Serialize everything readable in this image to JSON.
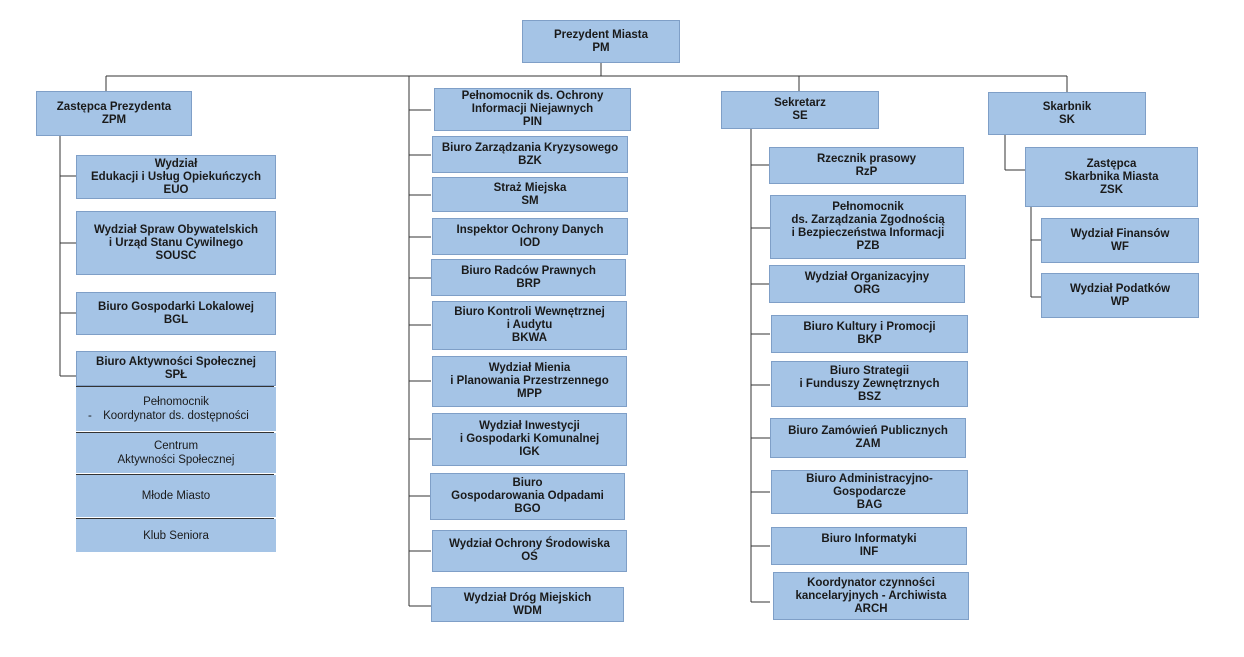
{
  "root": {
    "lines": [
      "Prezydent Miasta",
      "PM"
    ]
  },
  "col1": {
    "head": {
      "lines": [
        "Zastępca Prezydenta",
        "ZPM"
      ]
    },
    "items": [
      {
        "lines": [
          "Wydział",
          "Edukacji i Usług Opiekuńczych",
          "EUO"
        ]
      },
      {
        "lines": [
          "Wydział Spraw Obywatelskich",
          "i Urząd Stanu Cywilnego",
          "SOUSC"
        ]
      },
      {
        "lines": [
          "Biuro Gospodarki Lokalowej",
          "BGL"
        ]
      },
      {
        "lines": [
          "Biuro Aktywności Społecznej",
          "SPŁ"
        ]
      }
    ],
    "subunits": [
      {
        "lines": [
          "Pełnomocnik",
          "Koordynator ds. dostępności"
        ]
      },
      {
        "lines": [
          "Centrum",
          "Aktywności Społecznej"
        ]
      },
      {
        "lines": [
          "Młode Miasto"
        ]
      },
      {
        "lines": [
          "Klub Seniora"
        ]
      }
    ],
    "dash": "-"
  },
  "col2": {
    "items": [
      {
        "lines": [
          "Pełnomocnik ds. Ochrony",
          "Informacji Niejawnych",
          "PIN"
        ]
      },
      {
        "lines": [
          "Biuro Zarządzania Kryzysowego",
          "BZK"
        ]
      },
      {
        "lines": [
          "Straż Miejska",
          "SM"
        ]
      },
      {
        "lines": [
          "Inspektor Ochrony Danych",
          "IOD"
        ]
      },
      {
        "lines": [
          "Biuro Radców Prawnych",
          "BRP"
        ]
      },
      {
        "lines": [
          "Biuro Kontroli Wewnętrznej",
          "i Audytu",
          "BKWA"
        ]
      },
      {
        "lines": [
          "Wydział Mienia",
          "i Planowania Przestrzennego",
          "MPP"
        ]
      },
      {
        "lines": [
          "Wydział Inwestycji",
          "i Gospodarki Komunalnej",
          "IGK"
        ]
      },
      {
        "lines": [
          "Biuro",
          "Gospodarowania Odpadami",
          "BGO"
        ]
      },
      {
        "lines": [
          "Wydział Ochrony Środowiska",
          "OŚ"
        ]
      },
      {
        "lines": [
          "Wydział Dróg Miejskich",
          "WDM"
        ]
      }
    ]
  },
  "col3": {
    "head": {
      "lines": [
        "Sekretarz",
        "SE"
      ]
    },
    "items": [
      {
        "lines": [
          "Rzecznik prasowy",
          "RzP"
        ]
      },
      {
        "lines": [
          "Pełnomocnik",
          "ds. Zarządzania Zgodnością",
          "i Bezpieczeństwa Informacji",
          "PZB"
        ]
      },
      {
        "lines": [
          "Wydział Organizacyjny",
          "ORG"
        ]
      },
      {
        "lines": [
          "Biuro Kultury i Promocji",
          "BKP"
        ]
      },
      {
        "lines": [
          "Biuro Strategii",
          "i Funduszy Zewnętrznych",
          "BSZ"
        ]
      },
      {
        "lines": [
          "Biuro Zamówień Publicznych",
          "ZAM"
        ]
      },
      {
        "lines": [
          "Biuro Administracyjno-",
          "Gospodarcze",
          "BAG"
        ]
      },
      {
        "lines": [
          "Biuro Informatyki",
          "INF"
        ]
      },
      {
        "lines": [
          "Koordynator czynności",
          "kancelaryjnych - Archiwista",
          "ARCH"
        ]
      }
    ]
  },
  "col4": {
    "head": {
      "lines": [
        "Skarbnik",
        "SK"
      ]
    },
    "deputy": {
      "lines": [
        "Zastępca",
        "Skarbnika Miasta",
        "ZSK"
      ]
    },
    "items": [
      {
        "lines": [
          "Wydział Finansów",
          "WF"
        ]
      },
      {
        "lines": [
          "Wydział Podatków",
          "WP"
        ]
      }
    ]
  }
}
